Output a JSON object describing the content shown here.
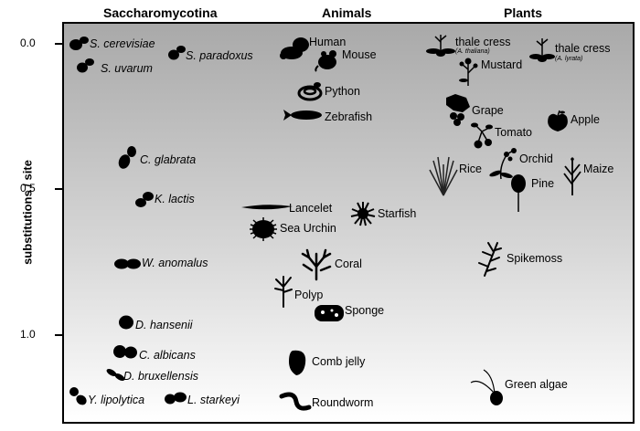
{
  "headers": {
    "yeast": "Saccharomycotina",
    "animals": "Animals",
    "plants": "Plants"
  },
  "y_axis": {
    "label": "substitutions / site",
    "ticks": [
      "0.0",
      "0.5",
      "1.0"
    ]
  },
  "yeasts": [
    "S. cerevisiae",
    "S. paradoxus",
    "S. uvarum",
    "C. glabrata",
    "K. lactis",
    "W. anomalus",
    "D. hansenii",
    "C. albicans",
    "D. bruxellensis",
    "Y. lipolytica",
    "L. starkeyi"
  ],
  "animals": [
    "Human",
    "Mouse",
    "Python",
    "Zebrafish",
    "Lancelet",
    "Starfish",
    "Sea Urchin",
    "Coral",
    "Polyp",
    "Sponge",
    "Comb jelly",
    "Roundworm"
  ],
  "plants": [
    "thale cress",
    "thale cress",
    "Mustard",
    "Grape",
    "Apple",
    "Tomato",
    "Rice",
    "Orchid",
    "Maize",
    "Pine",
    "Spikemoss",
    "Green algae"
  ],
  "plant_subs": [
    "(A. thaliana)",
    "(A. lyrata)"
  ]
}
